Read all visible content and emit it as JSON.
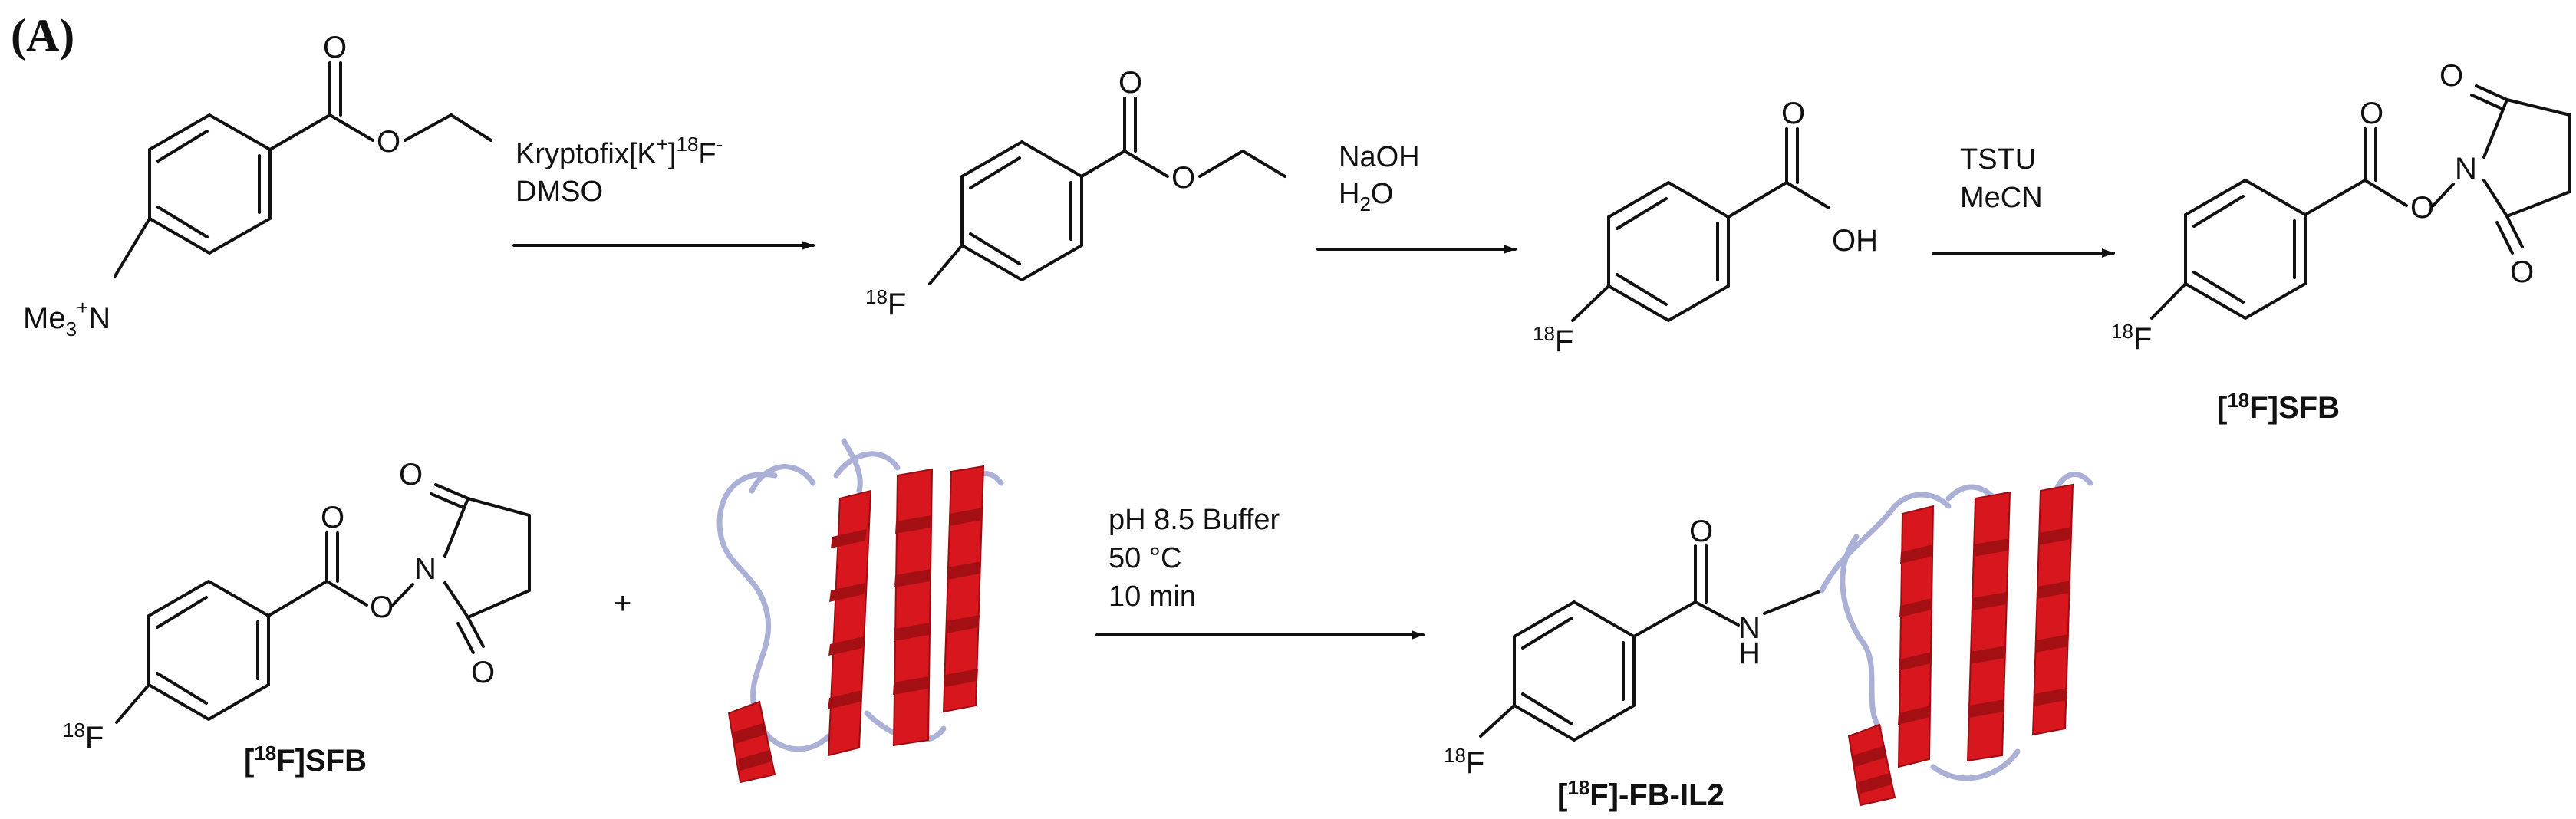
{
  "panel_label": "(A)",
  "reaction1": {
    "reagent_kryptofix": "Kryptofix[K",
    "reagent_kryptofix_plus": "+",
    "reagent_kryptofix_close": "]",
    "reagent_kryptofix_iso": "18",
    "reagent_kryptofix_f": "F",
    "reagent_kryptofix_minus": "-",
    "solvent": "DMSO",
    "start_me": "Me",
    "start_me_sub": "3",
    "start_me_plus": "+",
    "start_n": "N",
    "o_label": "O"
  },
  "reaction2": {
    "base": "NaOH",
    "water_h": "H",
    "water_sub": "2",
    "water_o": "O",
    "product_oh": "OH"
  },
  "reaction3": {
    "reagent": "TSTU",
    "solvent": "MeCN",
    "n_label": "N"
  },
  "isotope": {
    "mass": "18",
    "element": "F"
  },
  "sfb_label": {
    "open": "[",
    "mass": "18",
    "rest": "F]SFB"
  },
  "reaction4": {
    "plus_sign": "+",
    "condition1": "pH 8.5 Buffer",
    "condition2": "50 °C",
    "condition3": "10 min",
    "amide_n": "N",
    "amide_h": "H"
  },
  "product_label": {
    "open": "[",
    "mass": "18",
    "rest": "F]-FB-IL2"
  },
  "colors": {
    "helix": "#d8161e",
    "loop": "#aab0d6",
    "ink": "#111111"
  },
  "icons": [
    "protein-ribbon-il2",
    "reaction-arrow"
  ]
}
